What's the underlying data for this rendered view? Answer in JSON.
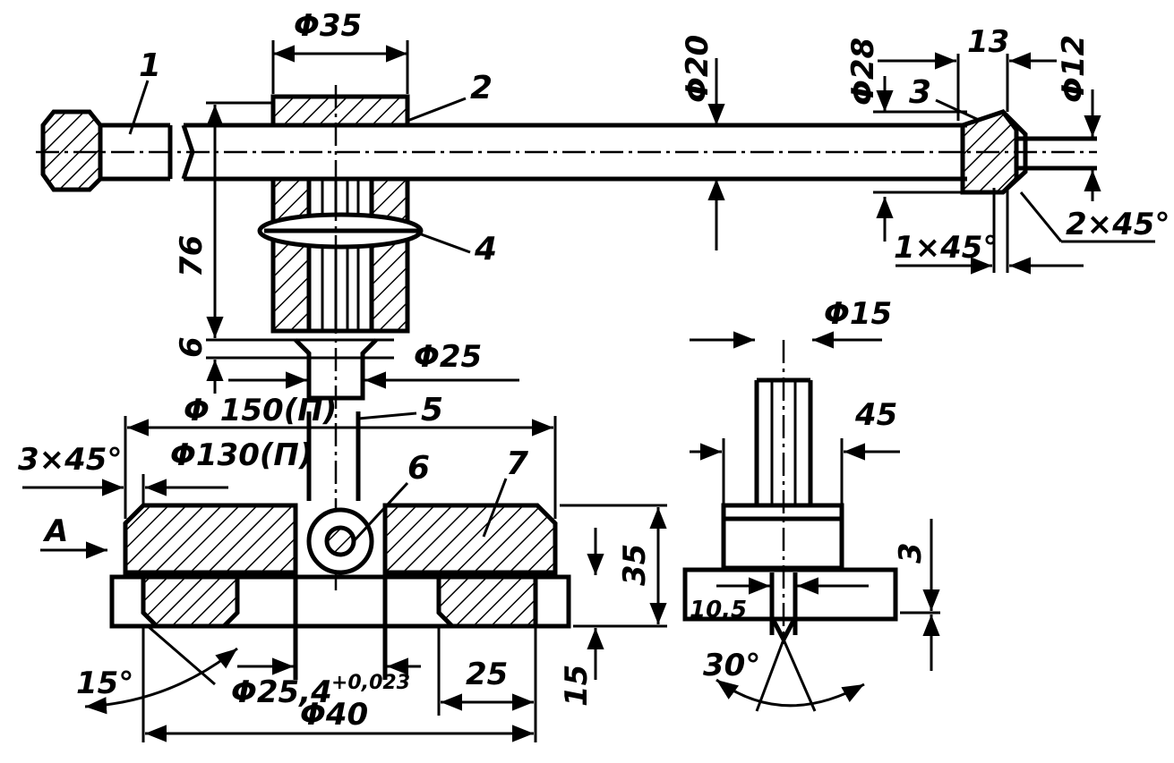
{
  "parts": [
    "1",
    "2",
    "3",
    "4",
    "5",
    "6",
    "7"
  ],
  "labels": {
    "d35": "Φ35",
    "d20": "Φ20",
    "d28": "Φ28",
    "d13": "13",
    "d12": "Φ12",
    "c2x45": "2×45°",
    "c1x45": "1×45°",
    "d76": "76",
    "d6": "6",
    "d25": "Φ25",
    "d150": "Φ 150(П)",
    "d130": "Φ130(П)",
    "c3x45": "3×45°",
    "viewA": "A",
    "d35b": "35",
    "d15v": "15",
    "ang15": "15°",
    "d254": "Φ25,4",
    "tol": "+0,023",
    "d25b": "25",
    "d40": "Φ40",
    "d15": "Φ15",
    "d45": "45",
    "d3": "3",
    "d105": "10,5",
    "ang30": "30°"
  }
}
